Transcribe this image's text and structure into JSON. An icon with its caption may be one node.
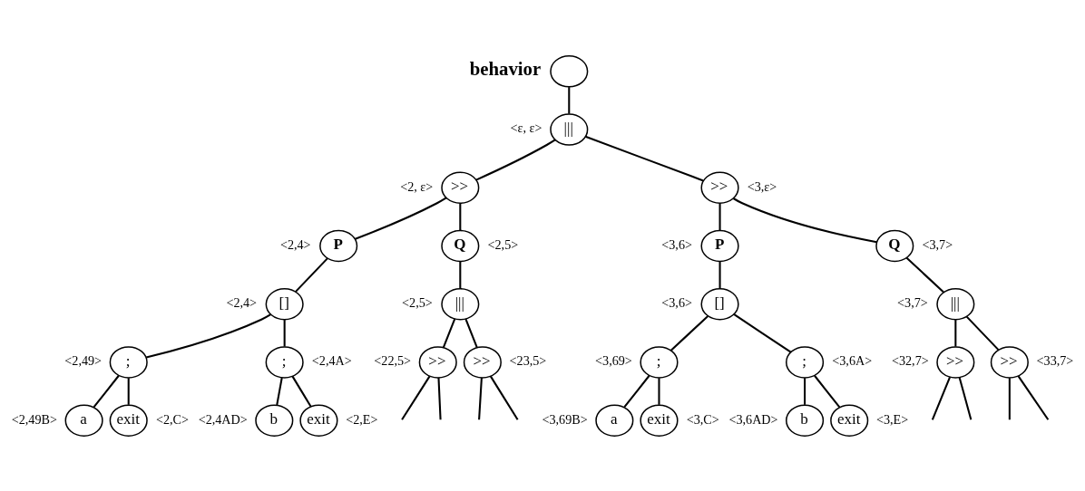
{
  "diagram": {
    "nodes": [
      {
        "text": [],
        "shape": "circle",
        "beside": [
          "behavior"
        ]
      },
      {
        "text": [
          "|||"
        ],
        "beside": [
          "<ε, ε>"
        ]
      },
      {
        "text": [
          ">>"
        ],
        "beside": [
          "<2, ε>"
        ]
      },
      {
        "text": [
          ">>"
        ],
        "beside": [
          "<3,ε>"
        ]
      },
      {
        "text": [
          "P"
        ],
        "beside": [
          "<2,4>"
        ]
      },
      {
        "text": [
          "Q"
        ],
        "beside": [
          "<2,5>"
        ]
      },
      {
        "text": [
          "P"
        ],
        "beside": [
          "<3,6>"
        ]
      },
      {
        "text": [
          "Q"
        ],
        "beside": [
          "<3,7>"
        ]
      },
      {
        "text": [
          "[]"
        ],
        "beside": [
          "<2,4>"
        ]
      },
      {
        "text": [
          "|||"
        ],
        "beside": [
          "<2,5>"
        ]
      },
      {
        "text": [
          "[]"
        ],
        "beside": [
          "<3,6>"
        ]
      },
      {
        "text": [
          "|||"
        ],
        "beside": [
          "<3,7>"
        ]
      },
      {
        "text": [
          ";"
        ],
        "beside": [
          "<2,49>"
        ]
      },
      {
        "text": [
          ";"
        ],
        "beside": [
          "<2,4A>"
        ]
      },
      {
        "text": [
          ">>"
        ],
        "beside": [
          "<22,5>"
        ]
      },
      {
        "text": [
          ">>"
        ],
        "beside": [
          "<23,5>"
        ]
      },
      {
        "text": [
          ";"
        ],
        "beside": [
          "<3,69>"
        ]
      },
      {
        "text": [
          ";"
        ],
        "beside": [
          "<3,6A>"
        ]
      },
      {
        "text": [
          ">>"
        ],
        "beside": [
          "<32,7>"
        ]
      },
      {
        "text": [
          ">>"
        ],
        "beside": [
          "<33,7>"
        ]
      },
      {
        "text": [
          "a"
        ],
        "beside": [
          "<2,49B>"
        ]
      },
      {
        "text": [
          "exit"
        ],
        "beside": [
          "<2,C>"
        ]
      },
      {
        "text": [
          "b"
        ],
        "beside": [
          "<2,4AD>"
        ]
      },
      {
        "text": [
          "exit"
        ],
        "beside": [
          "<2,E>"
        ]
      },
      {
        "text": [
          "a"
        ],
        "beside": [
          "<3,69B>"
        ]
      },
      {
        "text": [
          "exit"
        ],
        "beside": [
          "<3,C>"
        ]
      },
      {
        "text": [
          "b"
        ],
        "beside": [
          "<3,6AD>"
        ]
      },
      {
        "text": [
          "exit"
        ],
        "beside": [
          "<3,E>"
        ]
      }
    ],
    "edges": [
      {
        "from": 0,
        "to": 1,
        "arrow": "none"
      },
      {
        "from": 1,
        "to": 2,
        "arrow": "none"
      },
      {
        "from": 1,
        "to": 3,
        "arrow": "none"
      },
      {
        "from": 2,
        "to": 4,
        "arrow": "none"
      },
      {
        "from": 2,
        "to": 5,
        "arrow": "none"
      },
      {
        "from": 3,
        "to": 6,
        "arrow": "none"
      },
      {
        "from": 3,
        "to": 7,
        "arrow": "none"
      },
      {
        "from": 4,
        "to": 8,
        "arrow": "none"
      },
      {
        "from": 5,
        "to": 9,
        "arrow": "none"
      },
      {
        "from": 6,
        "to": 10,
        "arrow": "none"
      },
      {
        "from": 7,
        "to": 11,
        "arrow": "none"
      },
      {
        "from": 8,
        "to": 12,
        "arrow": "none"
      },
      {
        "from": 8,
        "to": 13,
        "arrow": "none"
      },
      {
        "from": 9,
        "to": 14,
        "arrow": "none"
      },
      {
        "from": 9,
        "to": 15,
        "arrow": "none"
      },
      {
        "from": 10,
        "to": 16,
        "arrow": "none"
      },
      {
        "from": 10,
        "to": 17,
        "arrow": "none"
      },
      {
        "from": 11,
        "to": 18,
        "arrow": "none"
      },
      {
        "from": 11,
        "to": 19,
        "arrow": "none"
      },
      {
        "from": 12,
        "to": 20,
        "arrow": "none"
      },
      {
        "from": 12,
        "to": 21,
        "arrow": "none"
      },
      {
        "from": 13,
        "to": 22,
        "arrow": "none"
      },
      {
        "from": 13,
        "to": 23,
        "arrow": "none"
      },
      {
        "from": 14,
        "to": null,
        "arrow": "none"
      },
      {
        "from": 14,
        "to": null,
        "arrow": "none"
      },
      {
        "from": 15,
        "to": null,
        "arrow": "none"
      },
      {
        "from": 15,
        "to": null,
        "arrow": "none"
      },
      {
        "from": 16,
        "to": 24,
        "arrow": "none"
      },
      {
        "from": 16,
        "to": 25,
        "arrow": "none"
      },
      {
        "from": 17,
        "to": 26,
        "arrow": "none"
      },
      {
        "from": 17,
        "to": 27,
        "arrow": "none"
      },
      {
        "from": 18,
        "to": null,
        "arrow": "none"
      },
      {
        "from": 18,
        "to": null,
        "arrow": "none"
      },
      {
        "from": 19,
        "to": null,
        "arrow": "none"
      },
      {
        "from": 19,
        "to": null,
        "arrow": "none"
      }
    ]
  }
}
